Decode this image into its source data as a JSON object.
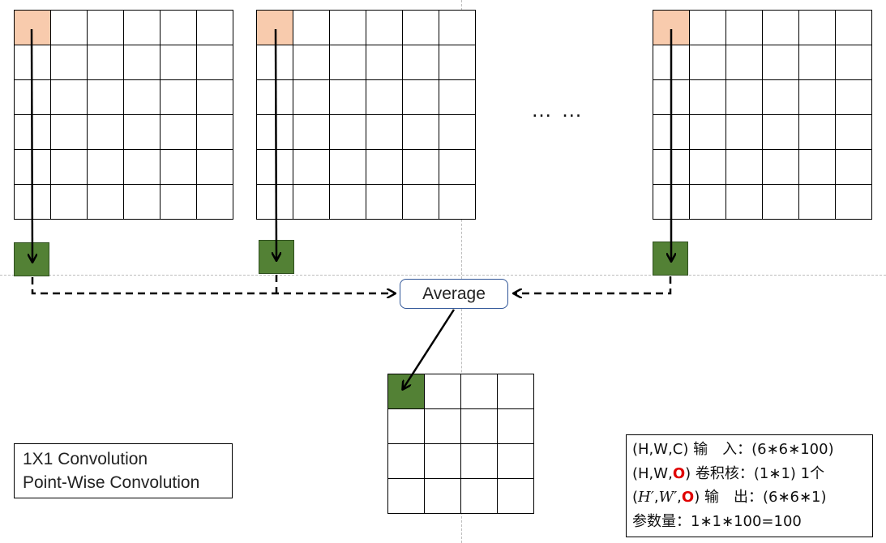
{
  "ellipsis": "… …",
  "average_label": "Average",
  "label_box": {
    "line1": "1X1 Convolution",
    "line2": "Point-Wise Convolution"
  },
  "info": {
    "row1": {
      "shape": "(H,W,C)",
      "name": "输　入：",
      "value": "(6∗6∗100)"
    },
    "row2": {
      "shape_pre": "(H,W,",
      "shape_red": "O",
      "shape_post": ")",
      "name": "卷积核：",
      "value": "(1∗1)  1个"
    },
    "row3": {
      "open": "(",
      "h": "H′",
      "comma": ",",
      "w": "W′",
      "comma2": ",",
      "red": "O",
      "close": ")",
      "name": "输　出：",
      "value": "(6∗6∗1)"
    },
    "row4": {
      "name": "参数量：",
      "value": "1∗1∗100=100"
    }
  },
  "colors": {
    "highlight_input": "#f8cbad",
    "output_cell": "#538135",
    "average_border": "#2f5597",
    "accent_red": "#e00000"
  }
}
